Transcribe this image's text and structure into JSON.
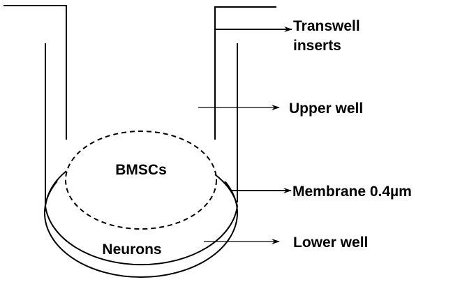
{
  "diagram": {
    "inner_labels": {
      "bmscs": "BMSCs",
      "neurons": "Neurons"
    },
    "callouts": {
      "transwell_line1": "Transwell",
      "transwell_line2": "inserts",
      "upper_well": "Upper well",
      "membrane": "Membrane 0.4µm",
      "lower_well": "Lower well"
    },
    "colors": {
      "stroke": "#000000",
      "background": "#ffffff"
    }
  }
}
